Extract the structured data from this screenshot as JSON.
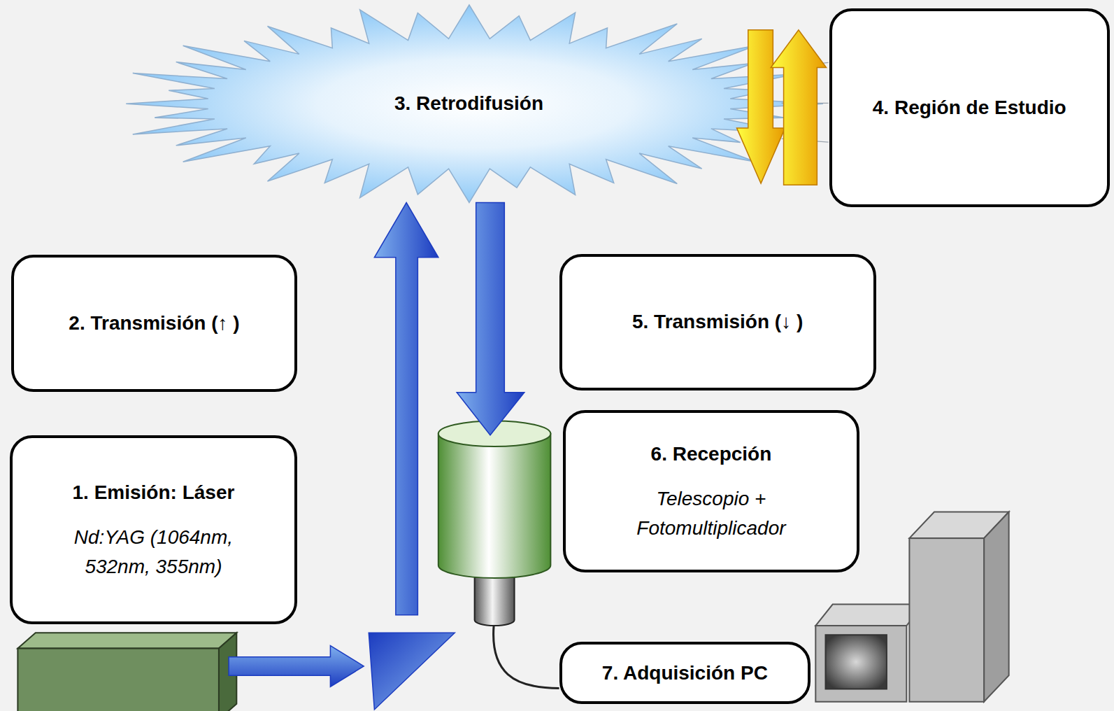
{
  "diagram": {
    "nodes": [
      {
        "text": [
          "1. Emisión: Láser",
          "Nd:YAG (1064nm, 532nm, 355nm)"
        ]
      },
      {
        "text": [
          "2. Transmisión (↑ )"
        ]
      },
      {
        "text": [
          "3. Retrodifusión"
        ]
      },
      {
        "text": [
          "4. Región de Estudio"
        ]
      },
      {
        "text": [
          "5. Transmisión (↓ )"
        ]
      },
      {
        "text": [
          "6. Recepción",
          "Telescopio + Fotomultiplicador"
        ]
      },
      {
        "text": [
          "7. Adquisición PC"
        ]
      }
    ]
  }
}
